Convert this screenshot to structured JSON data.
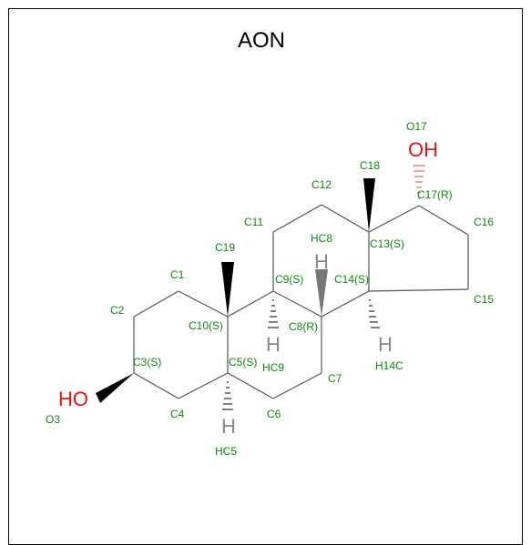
{
  "title": "AON",
  "atoms": {
    "O17": "O17",
    "OH_top": "OH",
    "C17": "C17(R)",
    "C18": "C18",
    "C12": "C12",
    "C16": "C16",
    "C11": "C11",
    "HC8": "HC8",
    "C13": "C13(S)",
    "C19": "C19",
    "C1": "C1",
    "C9": "C9(S)",
    "C14": "C14(S)",
    "C2": "C2",
    "C10": "C10(S)",
    "C8": "C8(R)",
    "C15": "C15",
    "C3": "C3(S)",
    "C5": "C5(S)",
    "HC9": "HC9",
    "C7": "C7",
    "H14C": "H14C",
    "HO_left": "HO",
    "O3": "O3",
    "C4": "C4",
    "C6": "C6",
    "HC5": "HC5",
    "H": "H"
  }
}
